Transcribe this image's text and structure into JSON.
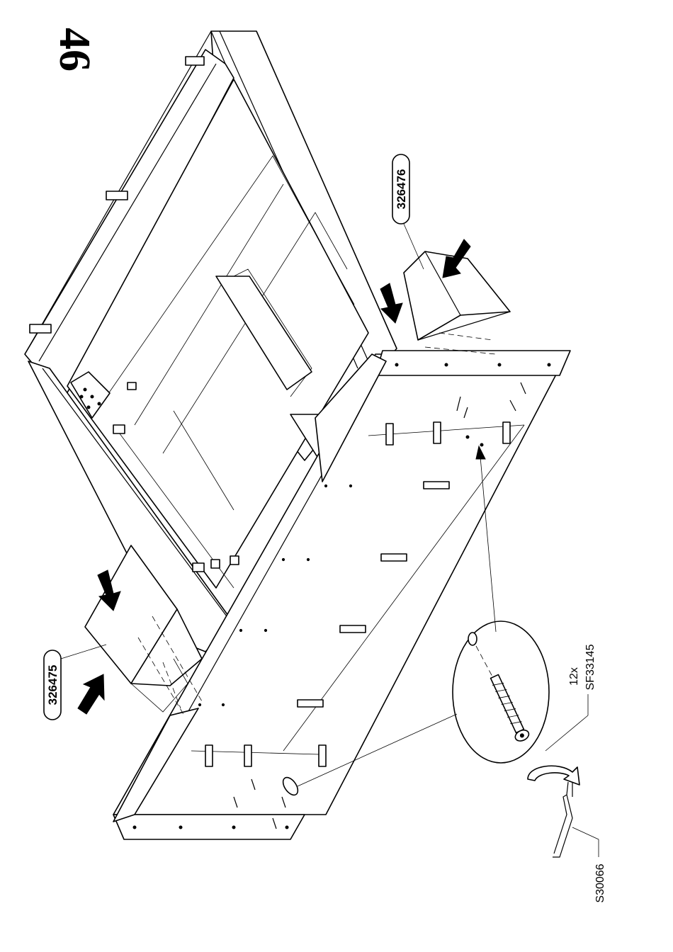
{
  "step_number": "46",
  "labels": {
    "part_left": "326475",
    "part_right": "326476",
    "screw_count": "12x",
    "screw_code": "SF33145",
    "tool_code": "S30066"
  },
  "icons": [
    "arrow-icon",
    "screw-icon",
    "hex-key-icon",
    "rotate-icon",
    "bracket-icon"
  ]
}
